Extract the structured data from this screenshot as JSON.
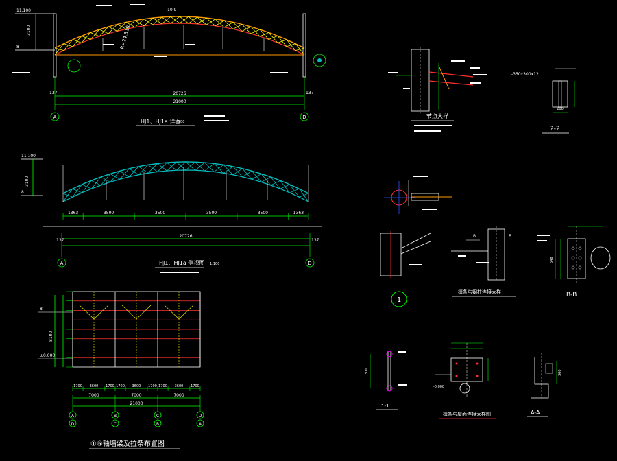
{
  "elevation_drawing": {
    "title": "HJ1、HJ1a 详图",
    "scale": "1:100",
    "levels": {
      "top": "11.100",
      "bottom": "8"
    },
    "height_dim": "3100",
    "radius_label": "R=24.310",
    "center_mark": "10.9",
    "span_inner": "20726",
    "span_total": "21000",
    "end_left": "137",
    "end_right": "137",
    "axis_left": "A",
    "axis_right": "D"
  },
  "section_drawing": {
    "title": "HJ1、HJ1a 侧视图",
    "scale": "1:100",
    "levels": {
      "top": "11.100",
      "bottom": "8"
    },
    "height_dim": "3100",
    "segments": [
      "1363",
      "3500",
      "3500",
      "3500",
      "3500",
      "1363"
    ],
    "span_inner": "20726",
    "end_left": "137",
    "end_right": "137",
    "axis_left": "A",
    "axis_right": "D"
  },
  "wall_beam_plan": {
    "title": "①⑥轴墙梁及拉条布置图",
    "levels": {
      "top": "8",
      "bottom": "±0.000"
    },
    "height_dim": "8100",
    "segments": [
      "1700",
      "3600",
      "1700",
      "1700",
      "3600",
      "1700",
      "1700",
      "3600",
      "1700"
    ],
    "bay_dims": [
      "7000",
      "7000",
      "7000"
    ],
    "total_dim": "21000",
    "axes_top": [
      "A",
      "B",
      "C",
      "D"
    ],
    "axes_bottom": [
      "D",
      "C",
      "B",
      "A"
    ]
  },
  "detail_top": {
    "title": "节点大样",
    "section_2_2": "2-2",
    "plate_label": "-350x300x12",
    "dim_200": "200"
  },
  "detail_mid": {
    "circle_label": "1",
    "title": "檩条与钢柱连接大样",
    "section_b_b": "B-B",
    "dim_left": "548",
    "labels_b": [
      "B",
      "B"
    ]
  },
  "detail_bottom": {
    "section_1_1": "1-1",
    "title": "檩条与屋面连接大样图",
    "section_a_a": "A-A",
    "dim_300": "300",
    "dim_300b": "300",
    "elev_label": "-0.000"
  },
  "colors": {
    "background": "#000000",
    "line_white": "#ffffff",
    "dim_green": "#00ff00",
    "chord_orange": "#ff9900",
    "member_red": "#ff3030",
    "member_yellow": "#ffff00",
    "member_cyan": "#00c0c0",
    "axis_circle": "#00ff00",
    "marker_magenta": "#ff00ff",
    "marker_blue": "#3050ff"
  }
}
